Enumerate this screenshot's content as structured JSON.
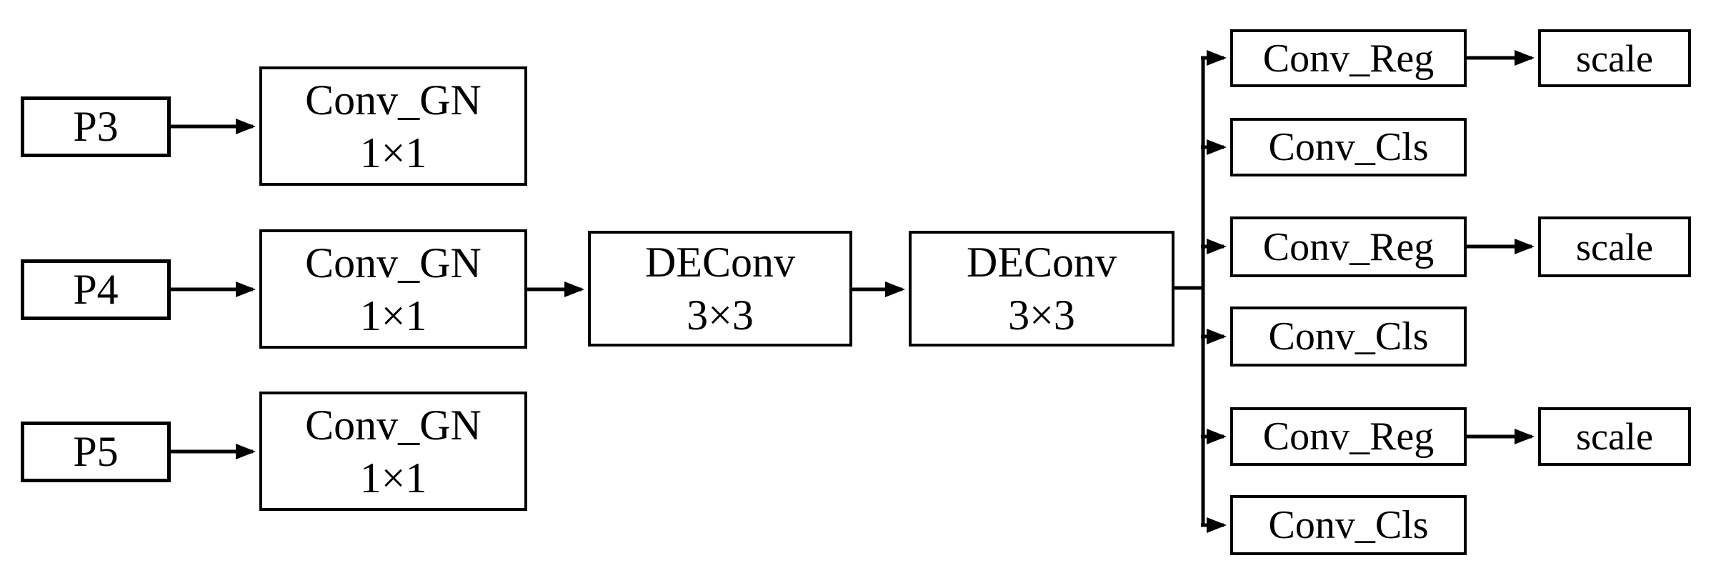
{
  "style": {
    "line_color": "#000000",
    "box_fill": "#ffffff",
    "text_color": "#000000"
  },
  "nodes": {
    "p3": {
      "label": "P3"
    },
    "p4": {
      "label": "P4"
    },
    "p5": {
      "label": "P5"
    },
    "conv_gn_1": {
      "name": "Conv_GN",
      "kernel": "1×1"
    },
    "conv_gn_2": {
      "name": "Conv_GN",
      "kernel": "1×1"
    },
    "conv_gn_3": {
      "name": "Conv_GN",
      "kernel": "1×1"
    },
    "deconv_1": {
      "name": "DEConv",
      "kernel": "3×3"
    },
    "deconv_2": {
      "name": "DEConv",
      "kernel": "3×3"
    },
    "conv_reg_1": {
      "label": "Conv_Reg"
    },
    "conv_cls_1": {
      "label": "Conv_Cls"
    },
    "conv_reg_2": {
      "label": "Conv_Reg"
    },
    "conv_cls_2": {
      "label": "Conv_Cls"
    },
    "conv_reg_3": {
      "label": "Conv_Reg"
    },
    "conv_cls_3": {
      "label": "Conv_Cls"
    },
    "scale_1": {
      "label": "scale"
    },
    "scale_2": {
      "label": "scale"
    },
    "scale_3": {
      "label": "scale"
    }
  }
}
